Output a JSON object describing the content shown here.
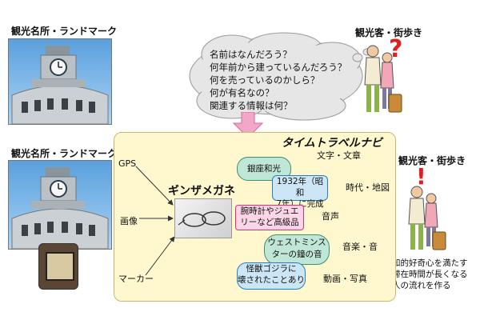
{
  "left": {
    "top_label": "観光名所・ランドマーク",
    "bottom_label": "観光名所・ランドマーク"
  },
  "right": {
    "top_label": "観光客・街歩き",
    "bottom_label": "観光客・街歩き",
    "question_mark": "?",
    "exclaim_mark": "!",
    "note_lines": [
      "知的好奇心を満たす",
      "滞在時間が長くなる",
      "人の流れを作る"
    ]
  },
  "cloud": {
    "lines": [
      "名前はなんだろう？",
      "何年前から建っているんだろう？",
      "何を売っているのかしら？",
      "何が有名なの？",
      "関連する情報は何？"
    ]
  },
  "panel": {
    "title": "タイムトラベルナビ",
    "center_label": "ギンザメガネ",
    "inputs": [
      "GPS",
      "画像",
      "マーカー"
    ],
    "outputs": [
      "文字・文章",
      "時代・地図",
      "音声",
      "音楽・音",
      "動画・写真"
    ],
    "callouts": {
      "ginza_wako": "銀座和光",
      "year_line1": "1932年（昭和",
      "year_line2": "7年）に完成",
      "watch_line1": "腕時計やジュエ",
      "watch_line2": "リーなど高級品",
      "westminster_line1": "ウェストミンス",
      "westminster_line2": "ターの鐘の音",
      "godzilla_line1": "怪獣ゴジラに",
      "godzilla_line2": "壊されたことあり"
    }
  },
  "colors": {
    "panel_bg": "#fff8cf",
    "callout_green": "#bfe6d6",
    "callout_blue": "#cde6f6",
    "callout_pink": "#fcd6e6",
    "arrow_pink": "#f2a6c8",
    "accent_red": "#e02020"
  }
}
